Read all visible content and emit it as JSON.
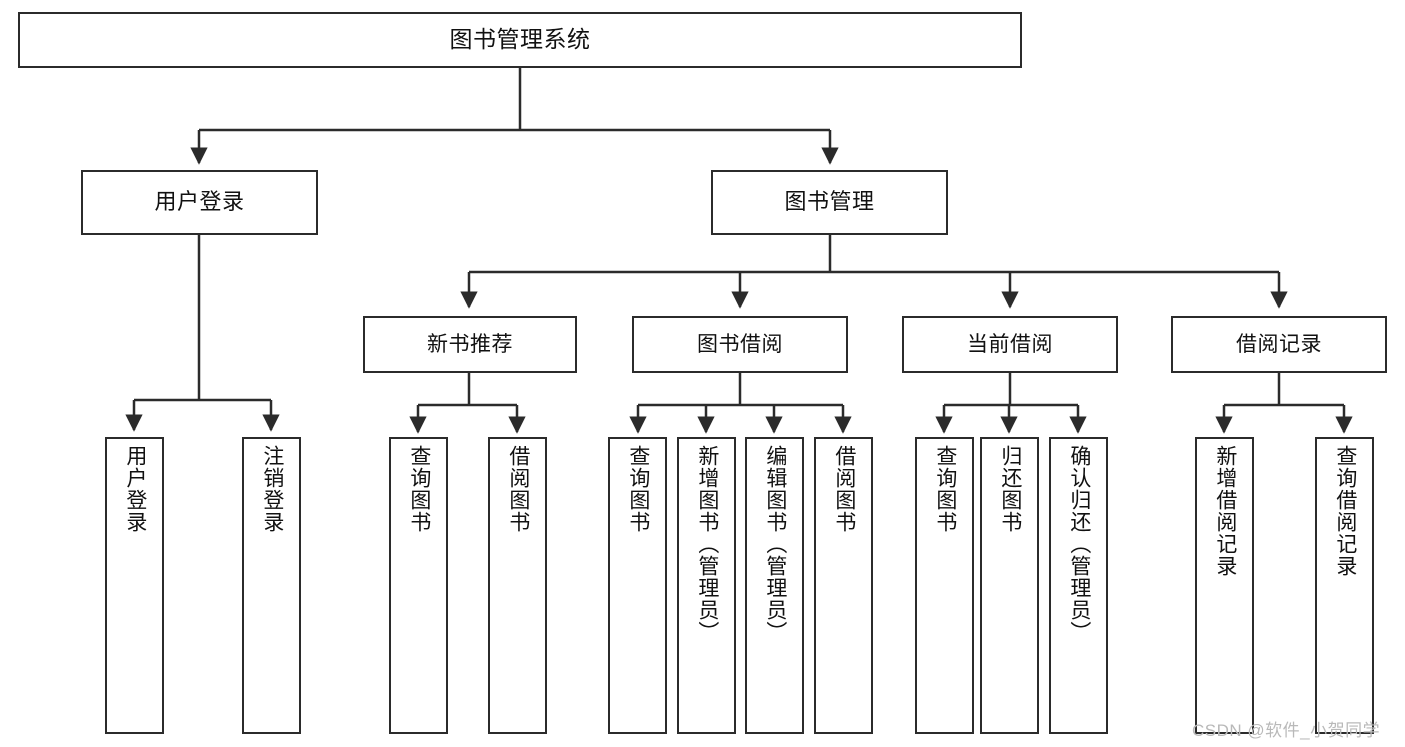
{
  "diagram": {
    "type": "hierarchy-tree",
    "title": "图书管理系统",
    "orientation": "top-down",
    "colors": {
      "box_border": "#2b2b2b",
      "box_fill": "#ffffff",
      "connector": "#2b2b2b",
      "text": "#111111",
      "watermark": "#b9b9b9"
    },
    "root": {
      "label": "图书管理系统",
      "level": 1
    },
    "level2": [
      {
        "label": "用户登录"
      },
      {
        "label": "图书管理"
      }
    ],
    "level3": [
      {
        "label": "新书推荐"
      },
      {
        "label": "图书借阅"
      },
      {
        "label": "当前借阅"
      },
      {
        "label": "借阅记录"
      }
    ],
    "leaves": {
      "user_login": [
        {
          "label": "用户登录"
        },
        {
          "label": "注销登录"
        }
      ],
      "new_book_recommend": [
        {
          "label": "查询图书"
        },
        {
          "label": "借阅图书"
        }
      ],
      "book_borrow": [
        {
          "label": "查询图书"
        },
        {
          "label": "新增图书（管理员）"
        },
        {
          "label": "编辑图书（管理员）"
        },
        {
          "label": "借阅图书"
        }
      ],
      "current_borrow": [
        {
          "label": "查询图书"
        },
        {
          "label": "归还图书"
        },
        {
          "label": "确认归还（管理员）"
        }
      ],
      "borrow_record": [
        {
          "label": "新增借阅记录"
        },
        {
          "label": "查询借阅记录"
        }
      ]
    }
  },
  "watermark": {
    "text": "CSDN @软件_小贺同学"
  }
}
